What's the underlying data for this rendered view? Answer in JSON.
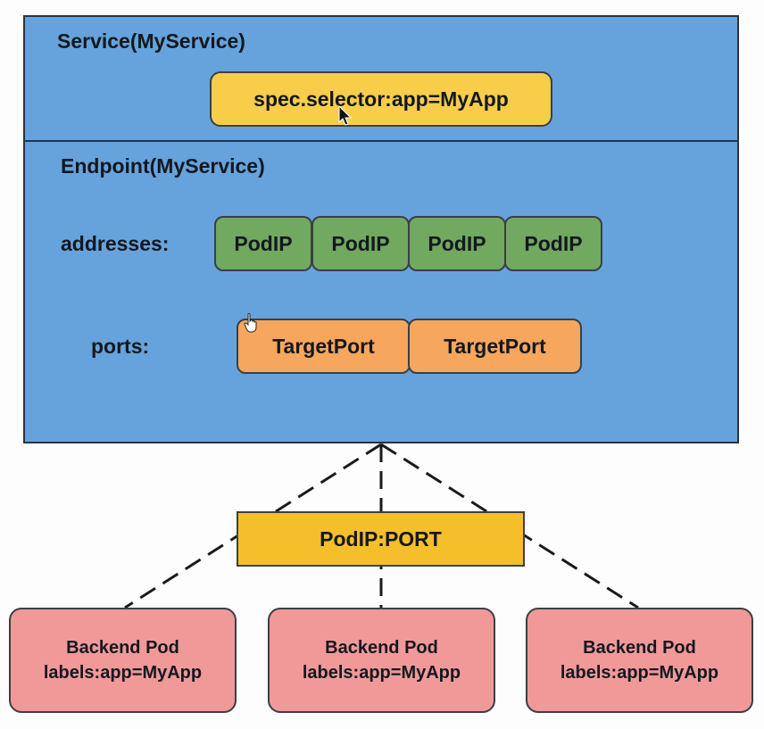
{
  "service": {
    "title": "Service(MyService)",
    "selector": "spec.selector:app=MyApp"
  },
  "endpoint": {
    "title": "Endpoint(MyService)",
    "addresses_label": "addresses:",
    "addresses": [
      "PodIP",
      "PodIP",
      "PodIP",
      "PodIP"
    ],
    "ports_label": "ports:",
    "ports": [
      "TargetPort",
      "TargetPort"
    ]
  },
  "target": {
    "label": "PodIP:PORT"
  },
  "pods": [
    {
      "line1": "Backend Pod",
      "line2": "labels:app=MyApp"
    },
    {
      "line1": "Backend Pod",
      "line2": "labels:app=MyApp"
    },
    {
      "line1": "Backend Pod",
      "line2": "labels:app=MyApp"
    }
  ],
  "colors": {
    "outer_box": "#66a3dc",
    "selector": "#f7cd4a",
    "podip": "#70a95f",
    "targetport": "#f6a65d",
    "endpoint_target": "#f5be2b",
    "pod": "#f19999"
  }
}
